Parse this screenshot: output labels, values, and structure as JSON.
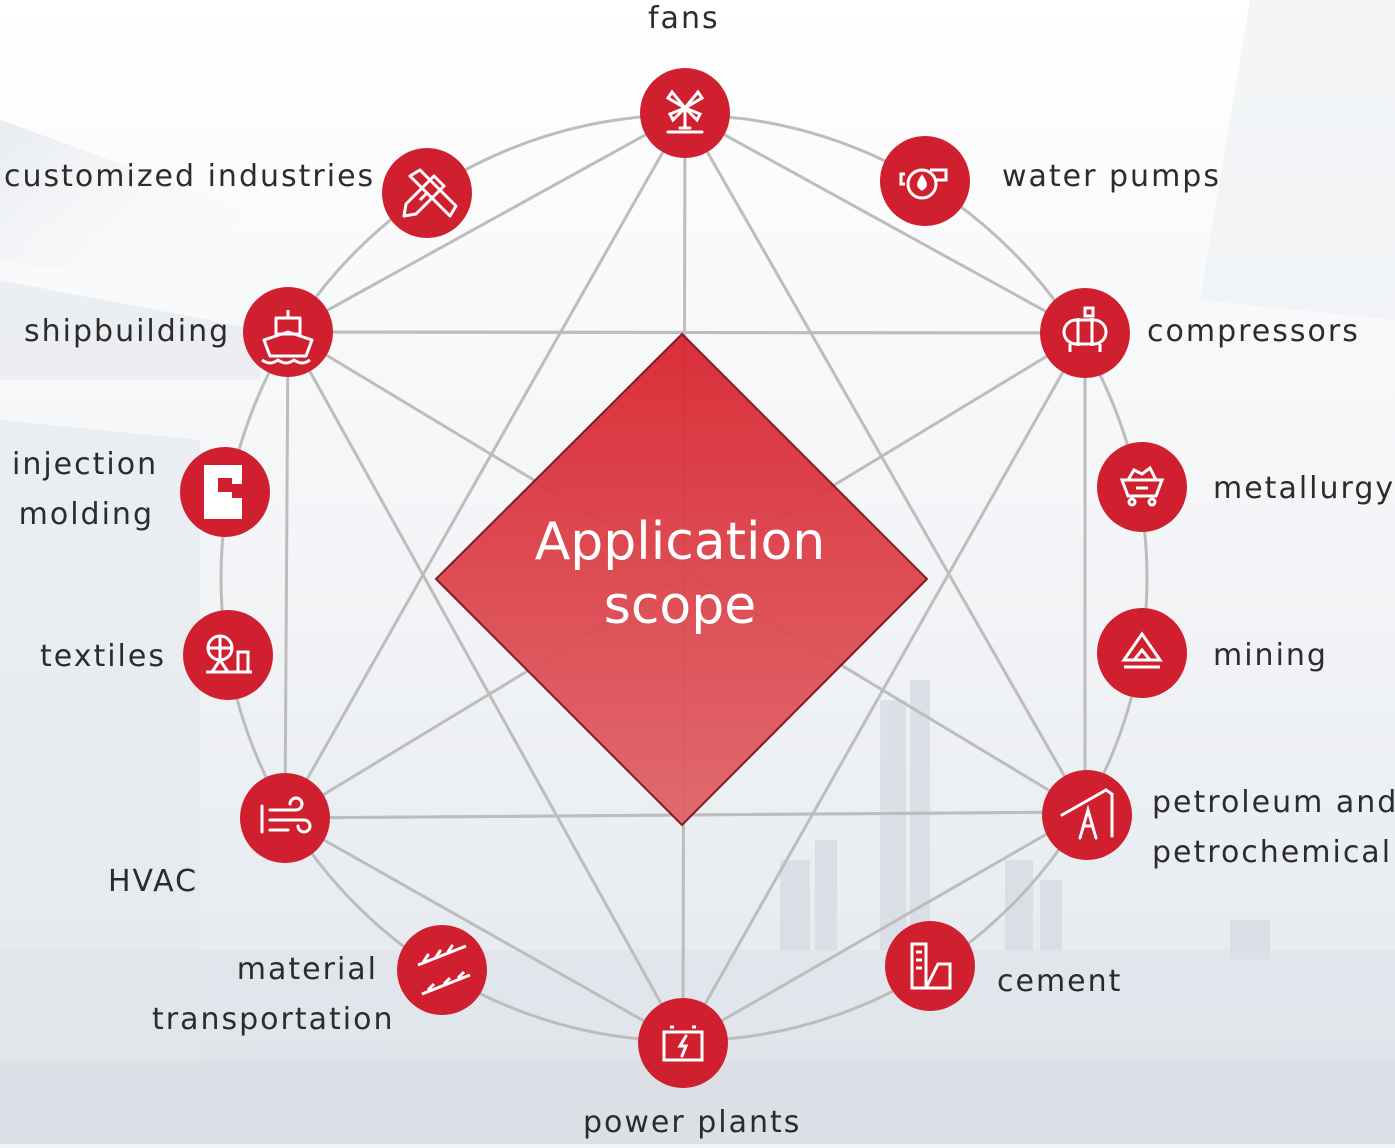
{
  "center": {
    "title_line1": "Application",
    "title_line2": "scope"
  },
  "colors": {
    "accent": "#d0202f",
    "diamond_top": "#d92530",
    "diamond_bottom": "#e06468",
    "lines": "#bdbdbd",
    "text": "#2c2c2c"
  },
  "nodes": [
    {
      "id": "fans",
      "icon": "windmill-icon",
      "label": [
        "fans"
      ]
    },
    {
      "id": "water-pumps",
      "icon": "pump-icon",
      "label": [
        "water pumps"
      ]
    },
    {
      "id": "compressors",
      "icon": "compressor-icon",
      "label": [
        "compressors"
      ]
    },
    {
      "id": "metallurgy",
      "icon": "mine-cart-icon",
      "label": [
        "metallurgy"
      ]
    },
    {
      "id": "mining",
      "icon": "mountain-icon",
      "label": [
        "mining"
      ]
    },
    {
      "id": "petroleum",
      "icon": "oil-pump-icon",
      "label": [
        "petroleum and",
        "petrochemical"
      ]
    },
    {
      "id": "cement",
      "icon": "factory-icon",
      "label": [
        "cement"
      ]
    },
    {
      "id": "power-plants",
      "icon": "battery-icon",
      "label": [
        "power plants"
      ]
    },
    {
      "id": "material-transportation",
      "icon": "conveyor-icon",
      "label": [
        "material",
        "transportation"
      ]
    },
    {
      "id": "hvac",
      "icon": "wind-icon",
      "label": [
        "HVAC"
      ]
    },
    {
      "id": "textiles",
      "icon": "spinning-wheel-icon",
      "label": [
        "textiles"
      ]
    },
    {
      "id": "injection-molding",
      "icon": "mold-icon",
      "label": [
        "injection",
        "molding"
      ]
    },
    {
      "id": "shipbuilding",
      "icon": "ship-icon",
      "label": [
        "shipbuilding"
      ]
    },
    {
      "id": "customized-industries",
      "icon": "tools-icon",
      "label": [
        "customized industries"
      ]
    }
  ]
}
